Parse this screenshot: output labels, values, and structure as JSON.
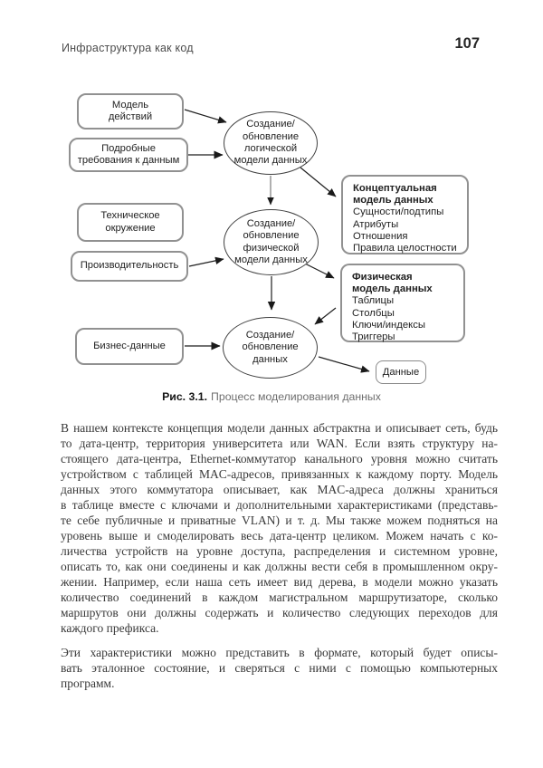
{
  "page_header": {
    "title": "Инфраструктура как код",
    "page_number": "107"
  },
  "diagram": {
    "nodes": {
      "action_model": {
        "lines": [
          "Модель",
          "действий"
        ]
      },
      "data_requirements": {
        "lines": [
          "Подробные",
          "требования к данным"
        ]
      },
      "logical_process": {
        "lines": [
          "Создание/",
          "обновление",
          "логической",
          "модели данных"
        ]
      },
      "conceptual_model": {
        "title_lines": [
          "Концептуальная",
          "модель данных"
        ],
        "items": [
          "Сущности/подтипы",
          "Атрибуты",
          "Отношения",
          "Правила целостности"
        ]
      },
      "tech_environment": {
        "lines": [
          "Техническое",
          "окружение"
        ]
      },
      "performance": {
        "lines": [
          "Производительность"
        ]
      },
      "physical_process": {
        "lines": [
          "Создание/",
          "обновление",
          "физической",
          "модели данных"
        ]
      },
      "physical_model": {
        "title_lines": [
          "Физическая",
          "модель данных"
        ],
        "items": [
          "Таблицы",
          "Столбцы",
          "Ключи/индексы",
          "Триггеры"
        ]
      },
      "business_data": {
        "lines": [
          "Бизнес-данные"
        ]
      },
      "data_process": {
        "lines": [
          "Создание/",
          "обновление",
          "данных"
        ]
      },
      "data_output": {
        "lines": [
          "Данные"
        ]
      }
    }
  },
  "caption": {
    "label": "Рис. 3.1.",
    "text": "Процесс моделирования данных"
  },
  "body": {
    "paragraphs": [
      {
        "lines": [
          "В нашем контексте концепция модели данных абстрактна и описывает сеть, будь",
          "то дата-центр, территория университета или WAN. Если взять структуру на-",
          "стоящего дата-центра, Ethernet-коммутатор канального уровня можно считать",
          "устройством с таблицей MAC-адресов, привязанных к каждому порту. Модель",
          "данных этого коммутатора описывает, как MAC-адреса должны храниться",
          "в таблице вместе с ключами и дополнительными характеристиками (представь-",
          "те себе публичные и приватные VLAN) и т. д. Мы также можем подняться на",
          "уровень выше и смоделировать весь дата-центр целиком. Можем начать с ко-",
          "личества устройств на уровне доступа, распределения и системном уровне,",
          "описать то, как они соединены и как должны вести себя в промышленном окру-",
          "жении. Например, если наша сеть имеет вид дерева, в модели можно указать",
          "количество соединений в каждом магистральном маршрутизаторе, сколько",
          "маршрутов они должны содержать и количество следующих переходов для",
          "каждого префикса."
        ]
      },
      {
        "lines": [
          "Эти характеристики можно представить в формате, который будет описы-",
          "вать эталонное состояние, и сверяться с ними с помощью компьютерных",
          "программ."
        ]
      }
    ]
  }
}
